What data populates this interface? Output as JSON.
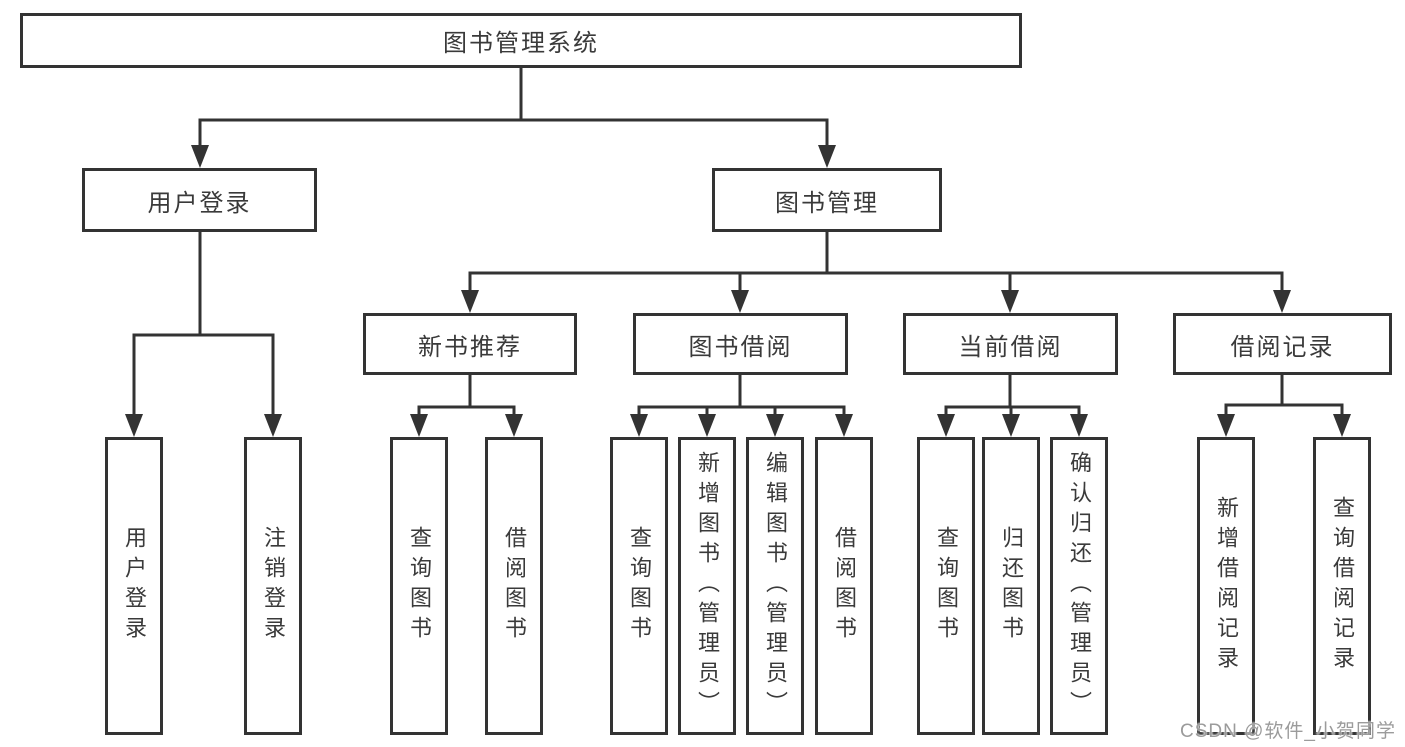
{
  "diagram": {
    "root": {
      "label": "图书管理系统"
    },
    "level2": [
      {
        "label": "用户登录"
      },
      {
        "label": "图书管理"
      }
    ],
    "level3": [
      {
        "label": "新书推荐"
      },
      {
        "label": "图书借阅"
      },
      {
        "label": "当前借阅"
      },
      {
        "label": "借阅记录"
      }
    ],
    "leaves": [
      {
        "label": "用户登录"
      },
      {
        "label": "注销登录"
      },
      {
        "label": "查询图书"
      },
      {
        "label": "借阅图书"
      },
      {
        "label": "查询图书"
      },
      {
        "label": "新增图书（管理员）"
      },
      {
        "label": "编辑图书（管理员）"
      },
      {
        "label": "借阅图书"
      },
      {
        "label": "查询图书"
      },
      {
        "label": "归还图书"
      },
      {
        "label": "确认归还（管理员）"
      },
      {
        "label": "新增借阅记录"
      },
      {
        "label": "查询借阅记录"
      }
    ],
    "colors": {
      "line": "#333333",
      "border": "#333333",
      "text": "#3a3a3a",
      "background": "#ffffff"
    }
  },
  "watermark": {
    "text": "CSDN @软件_小贺同学",
    "color": "#9b9b9b"
  }
}
